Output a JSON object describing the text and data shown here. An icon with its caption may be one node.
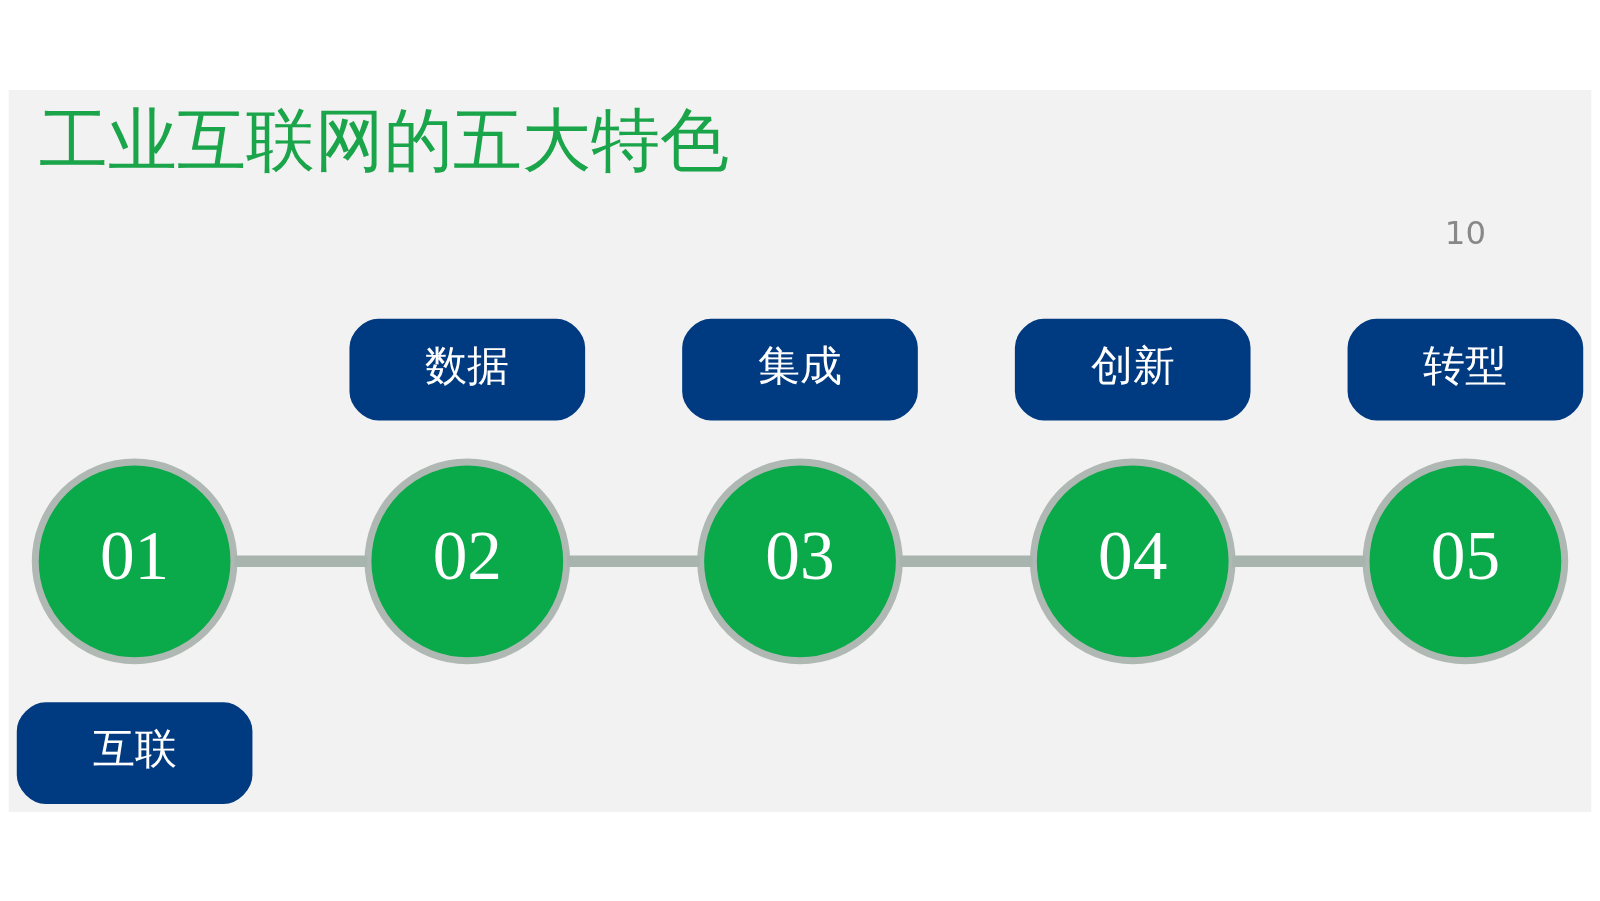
{
  "diagram": {
    "title": "工业互联网的五大特色",
    "nodes": [
      {
        "text": [
          "互联"
        ]
      },
      {
        "text": [
          "01"
        ]
      },
      {
        "text": [
          "数据"
        ]
      },
      {
        "text": [
          "02"
        ]
      },
      {
        "text": [
          "集成"
        ]
      },
      {
        "text": [
          "03"
        ]
      },
      {
        "text": [
          "创新"
        ]
      },
      {
        "text": [
          "04"
        ]
      },
      {
        "text": [
          "转型"
        ]
      },
      {
        "text": [
          "05"
        ]
      }
    ],
    "edges": [
      {
        "from": 1,
        "to": 3,
        "arrow": "none"
      },
      {
        "from": 3,
        "to": 5,
        "arrow": "none"
      },
      {
        "from": 5,
        "to": 7,
        "arrow": "none"
      },
      {
        "from": 7,
        "to": 9,
        "arrow": "none"
      }
    ],
    "labels": [
      "10"
    ]
  }
}
